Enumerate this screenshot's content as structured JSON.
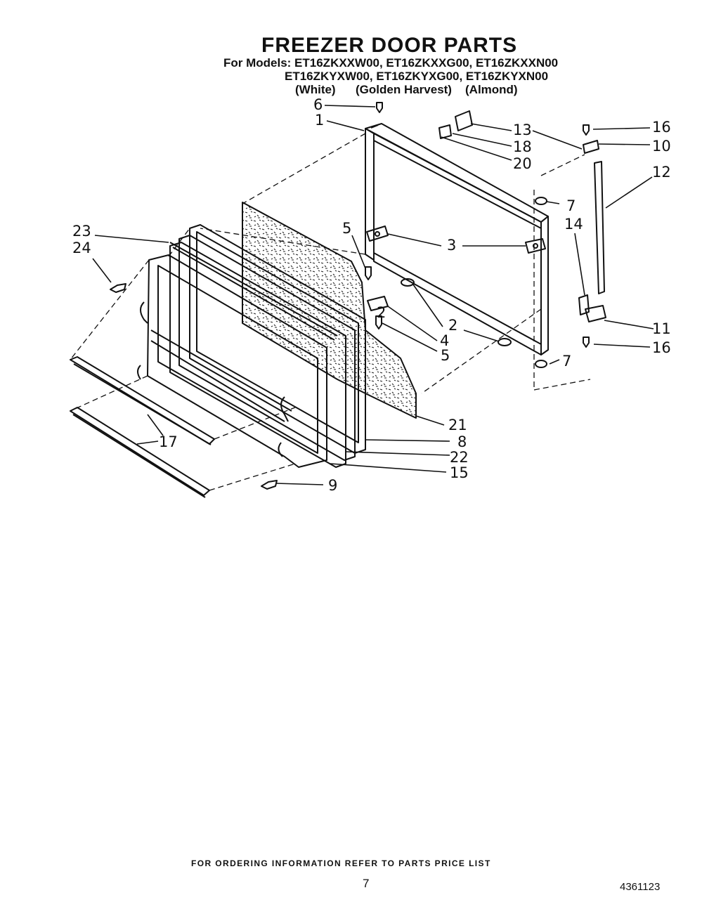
{
  "title": "FREEZER DOOR PARTS",
  "models_line1": "For Models: ET16ZKXXW00, ET16ZKXXG00, ET16ZKXXN00",
  "models_line2": "ET16ZKYXW00, ET16ZKYXG00, ET16ZKYXN00",
  "colors": [
    "(White)",
    "(Golden Harvest)",
    "(Almond)"
  ],
  "callouts": [
    "1",
    "2",
    "2",
    "3",
    "4",
    "5",
    "5",
    "6",
    "7",
    "7",
    "8",
    "9",
    "10",
    "11",
    "12",
    "13",
    "14",
    "15",
    "16",
    "16",
    "17",
    "18",
    "20",
    "21",
    "22",
    "23",
    "24"
  ],
  "footer": "FOR ORDERING INFORMATION REFER TO PARTS PRICE LIST",
  "page_number": "7",
  "doc_number": "4361123"
}
